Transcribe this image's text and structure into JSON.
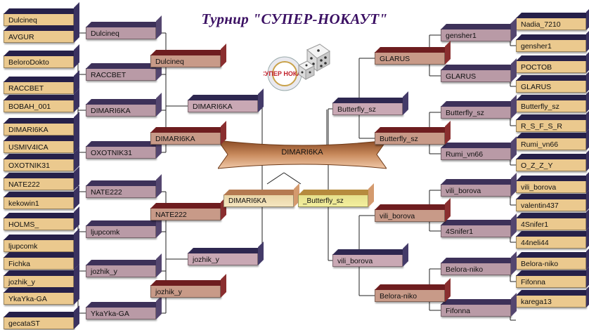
{
  "title": "Турнир \"СУПЕР-НОКАУТ\"",
  "logo_text": "СУПЕР НОКАУТ",
  "champion": "DIMARI6KA",
  "semifinal": {
    "left": "DIMARI6KA",
    "right": "_Butterfly_sz"
  },
  "left": {
    "round1": [
      "Dulcineq",
      "AVGUR",
      "BeloroDokto",
      "RACCBET",
      "BOBAH_001",
      "DIMARI6KA",
      "USMIV4ICA",
      "OXOTNIK31",
      "NATE222",
      "kekowin1",
      "HOLMS_",
      "ljupcomk",
      "Fichka",
      "jozhik_y",
      "YkaYka-GA",
      "gecataST"
    ],
    "round2": [
      "Dulcineq",
      "RACCBET",
      "DIMARI6KA",
      "OXOTNIK31",
      "NATE222",
      "ljupcomk",
      "jozhik_y",
      "YkaYka-GA"
    ],
    "round3": [
      "Dulcineq",
      "DIMARI6KA",
      "NATE222",
      "jozhik_y"
    ],
    "round4": [
      "DIMARI6KA",
      "jozhik_y"
    ]
  },
  "right": {
    "round1": [
      "Nadia_7210",
      "gensher1",
      "POCTOB",
      "GLARUS",
      "Butterfly_sz",
      "R_S_F_S_R",
      "Rumi_vn66",
      "O_Z_Z_Y",
      "vili_borova",
      "valentin437",
      "4Snifer1",
      "44neli44",
      "Belora-niko",
      "Fifonna",
      "karega13"
    ],
    "round2": [
      "gensher1",
      "GLARUS",
      "Butterfly_sz",
      "Rumi_vn66",
      "vili_borova",
      "4Snifer1",
      "Belora-niko",
      "Fifonna"
    ],
    "round3": [
      "GLARUS",
      "Butterfly_sz",
      "vili_borova",
      "Belora-niko"
    ],
    "round4": [
      "Butterfly_sz",
      "vili_borova"
    ]
  }
}
